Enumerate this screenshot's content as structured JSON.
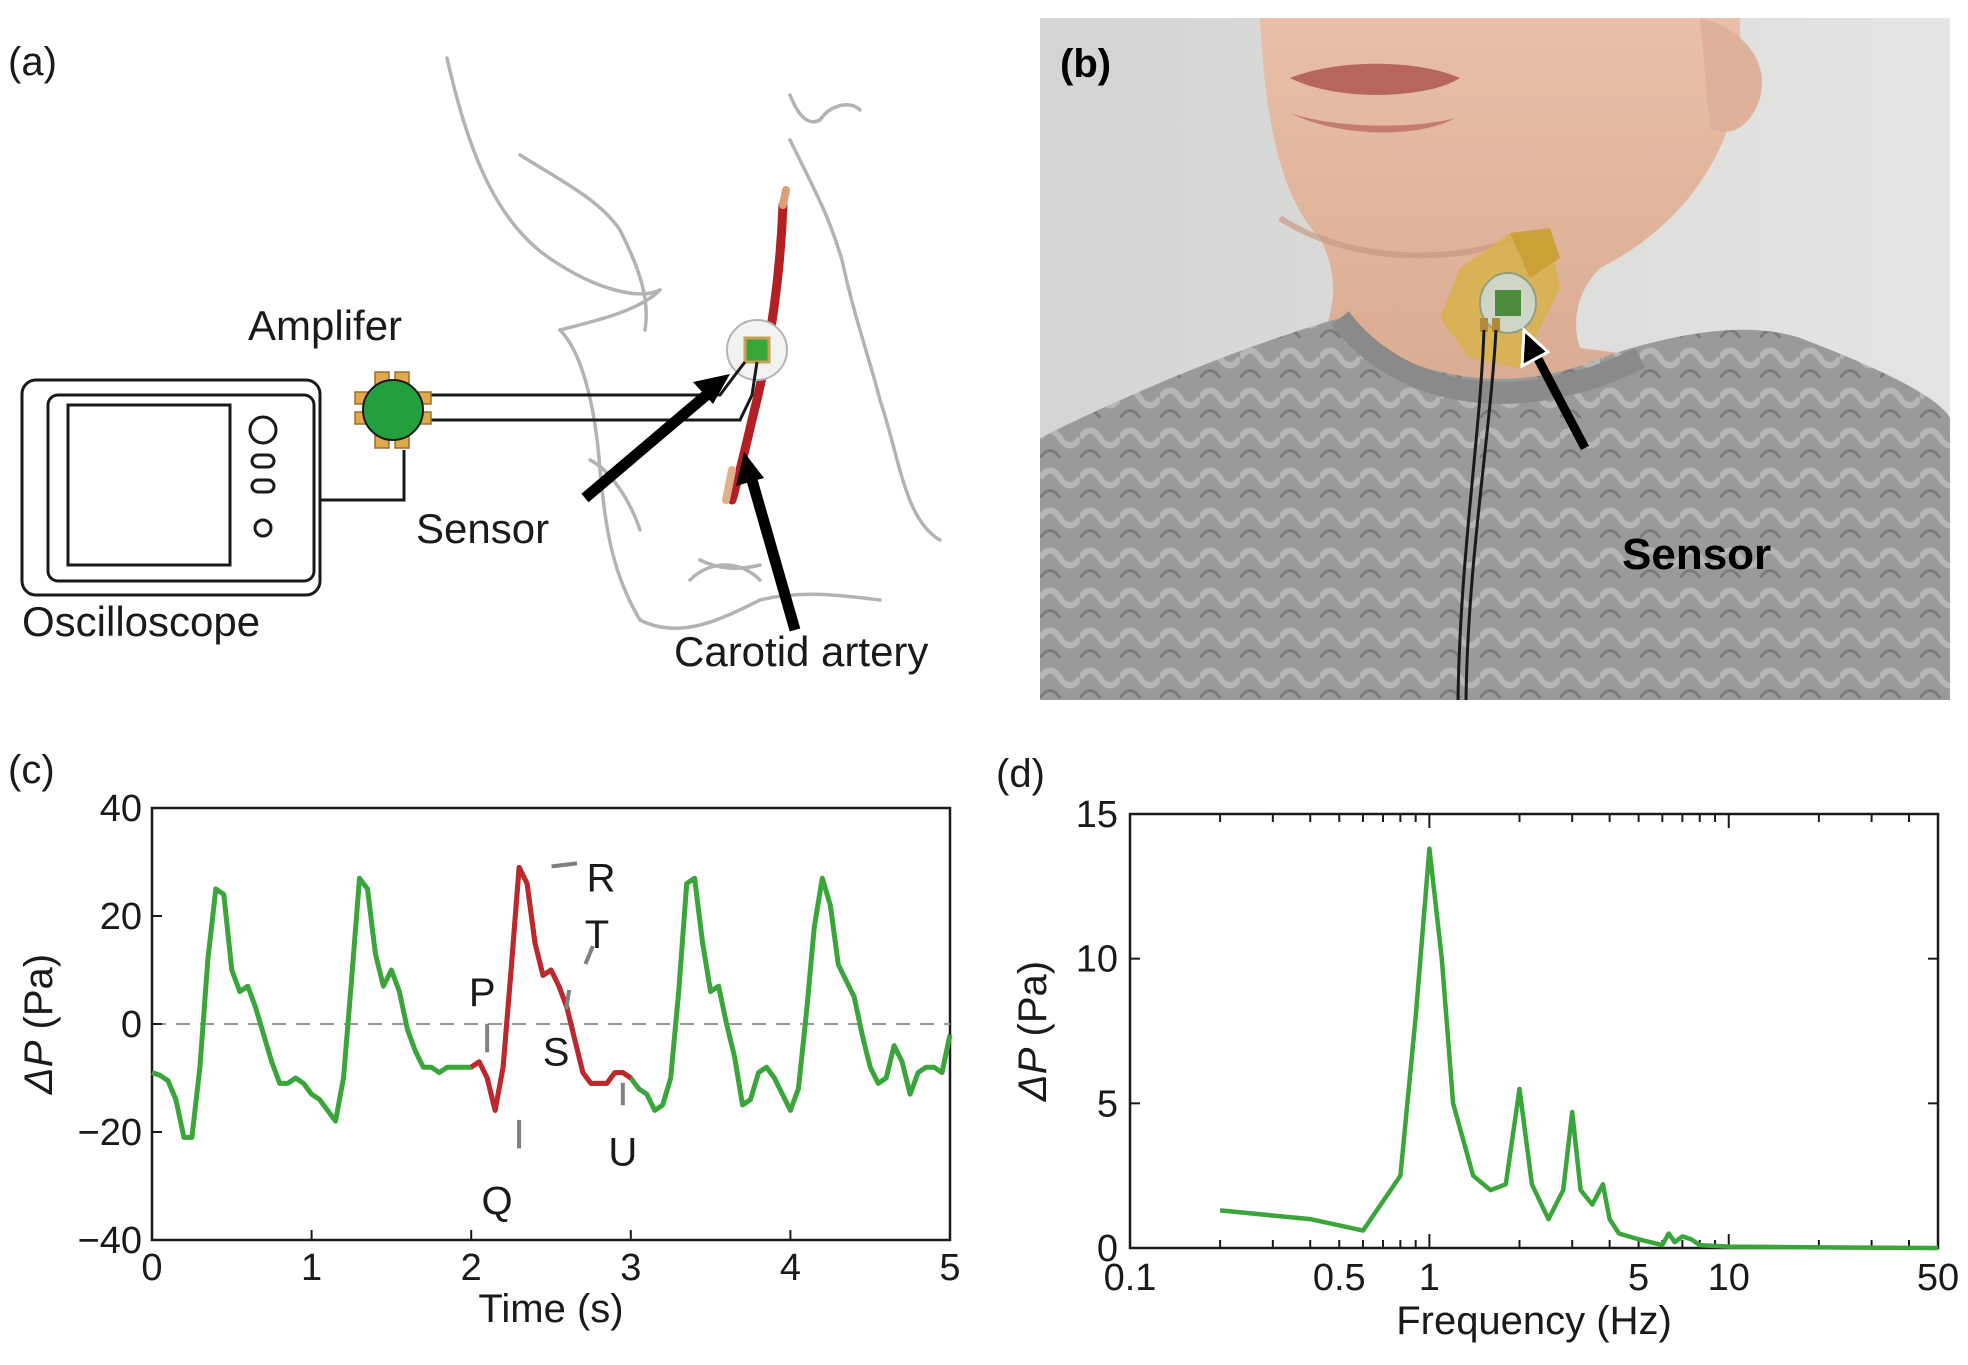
{
  "panels": {
    "a": {
      "label": "(a)",
      "amplifier_label": "Amplifer",
      "oscilloscope_label": "Oscilloscope",
      "sensor_label": "Sensor",
      "artery_label": "Carotid artery"
    },
    "b": {
      "label": "(b)",
      "sensor_label": "Sensor"
    },
    "c": {
      "label": "(c)"
    },
    "d": {
      "label": "(d)"
    }
  },
  "chart_data": [
    {
      "type": "line",
      "xlabel": "Time (s)",
      "ylabel_italic": "ΔP",
      "ylabel_unit": " (Pa)",
      "xlim": [
        0,
        5
      ],
      "ylim": [
        -40,
        40
      ],
      "xticks": [
        0,
        1,
        2,
        3,
        4,
        5
      ],
      "yticks": [
        -40,
        -20,
        0,
        20,
        40
      ],
      "ytick_labels": [
        "−40",
        "−20",
        "0",
        "20",
        "40"
      ],
      "zero_line": true,
      "colors": {
        "main": "#3aa53a",
        "highlight": "#c0262d",
        "annotation": "#808080"
      },
      "x": [
        0,
        0.05,
        0.1,
        0.15,
        0.2,
        0.25,
        0.3,
        0.35,
        0.4,
        0.45,
        0.5,
        0.55,
        0.6,
        0.65,
        0.7,
        0.75,
        0.8,
        0.85,
        0.9,
        0.95,
        1.0,
        1.05,
        1.1,
        1.15,
        1.2,
        1.25,
        1.3,
        1.35,
        1.4,
        1.45,
        1.5,
        1.55,
        1.6,
        1.65,
        1.7,
        1.75,
        1.8,
        1.85,
        1.9,
        1.95,
        2.0,
        2.05,
        2.1,
        2.15,
        2.2,
        2.25,
        2.3,
        2.35,
        2.4,
        2.45,
        2.5,
        2.55,
        2.6,
        2.65,
        2.7,
        2.75,
        2.8,
        2.85,
        2.9,
        2.95,
        3.0,
        3.05,
        3.1,
        3.15,
        3.2,
        3.25,
        3.3,
        3.35,
        3.4,
        3.45,
        3.5,
        3.55,
        3.6,
        3.65,
        3.7,
        3.75,
        3.8,
        3.85,
        3.9,
        3.95,
        4.0,
        4.05,
        4.1,
        4.15,
        4.2,
        4.25,
        4.3,
        4.35,
        4.4,
        4.45,
        4.5,
        4.55,
        4.6,
        4.65,
        4.7,
        4.75,
        4.8,
        4.85,
        4.9,
        4.95,
        5.0
      ],
      "y": [
        -9,
        -9.5,
        -10.5,
        -14,
        -21,
        -21,
        -8,
        12,
        25,
        24,
        10,
        6,
        7,
        3,
        -2,
        -7,
        -11,
        -11,
        -10,
        -11,
        -13,
        -14,
        -16,
        -18,
        -10,
        8,
        27,
        25,
        13,
        7,
        10,
        6,
        -1,
        -5,
        -8,
        -8,
        -9,
        -8,
        -8,
        -8,
        -8,
        -7,
        -10,
        -16,
        -8,
        10,
        29,
        26,
        15,
        9,
        10,
        7,
        3,
        -3,
        -9,
        -11,
        -11,
        -11,
        -9,
        -9,
        -10,
        -12,
        -13,
        -16,
        -15,
        -10,
        6,
        26,
        27,
        15,
        6,
        7,
        0,
        -6,
        -15,
        -14,
        -9,
        -8,
        -10,
        -13,
        -16,
        -12,
        2,
        18,
        27,
        22,
        11,
        8,
        5,
        -2,
        -8,
        -11,
        -10,
        -4,
        -7,
        -13,
        -9,
        -8,
        -8,
        -9,
        -2
      ],
      "highlight_range": [
        2.0,
        3.0
      ],
      "points": [
        {
          "label": "P",
          "x": 2.1,
          "y": -7
        },
        {
          "label": "Q",
          "x": 2.3,
          "y": -16
        },
        {
          "label": "R",
          "x": 2.45,
          "y": 29
        },
        {
          "label": "S",
          "x": 2.62,
          "y": 7.5
        },
        {
          "label": "T",
          "x": 2.7,
          "y": 10
        },
        {
          "label": "U",
          "x": 2.95,
          "y": -9.5
        }
      ]
    },
    {
      "type": "line",
      "xscale": "log",
      "xlabel": "Frequency (Hz)",
      "ylabel_italic": "ΔP",
      "ylabel_unit": " (Pa)",
      "xlim": [
        0.1,
        50
      ],
      "ylim": [
        0,
        15
      ],
      "xticks": [
        0.1,
        0.5,
        1,
        5,
        10,
        50
      ],
      "xtick_labels": [
        "0.1",
        "0.5",
        "1",
        "5",
        "10",
        "50"
      ],
      "yticks": [
        0,
        5,
        10,
        15
      ],
      "colors": {
        "main": "#3aa53a"
      },
      "x": [
        0.2,
        0.4,
        0.6,
        0.8,
        0.9,
        1.0,
        1.1,
        1.2,
        1.4,
        1.6,
        1.8,
        2.0,
        2.2,
        2.5,
        2.8,
        3.0,
        3.2,
        3.5,
        3.8,
        4.0,
        4.3,
        5.0,
        6.0,
        6.3,
        6.6,
        7.0,
        7.5,
        8.0,
        10,
        20,
        50
      ],
      "y": [
        1.3,
        1.0,
        0.6,
        2.5,
        8.0,
        13.8,
        10.0,
        5.0,
        2.5,
        2.0,
        2.2,
        5.5,
        2.2,
        1.0,
        2.0,
        4.7,
        2.0,
        1.5,
        2.2,
        1.0,
        0.5,
        0.3,
        0.1,
        0.5,
        0.2,
        0.4,
        0.3,
        0.1,
        0.05,
        0.02,
        0.0
      ]
    }
  ]
}
